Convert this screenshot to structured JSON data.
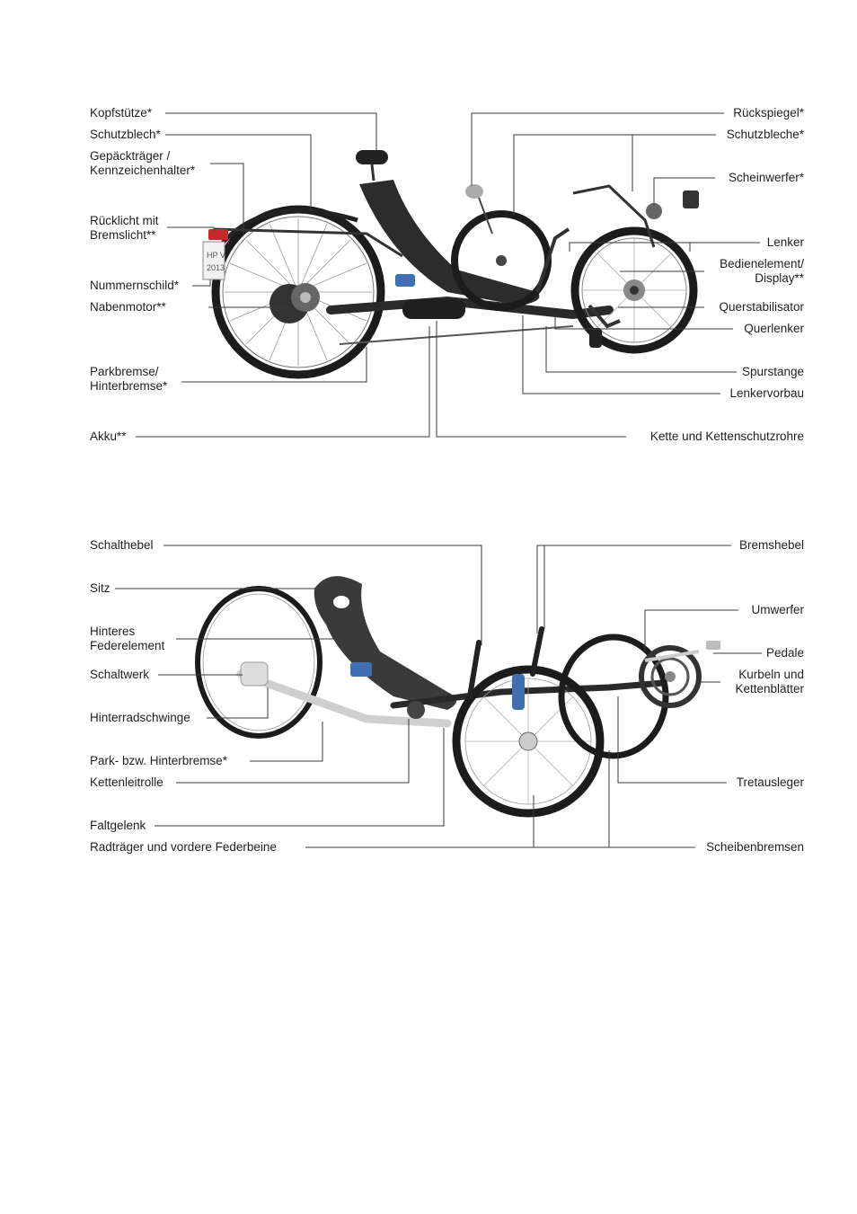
{
  "top_diagram": {
    "left_labels": [
      {
        "key": "kopfstuetze",
        "text": "Kopfstütze*"
      },
      {
        "key": "schutzblech",
        "text": "Schutzblech*"
      },
      {
        "key": "gepaecktraeger_1",
        "text": "Gepäckträger /"
      },
      {
        "key": "gepaecktraeger_2",
        "text": "Kennzeichenhalter*"
      },
      {
        "key": "ruecklicht_1",
        "text": "Rücklicht mit"
      },
      {
        "key": "ruecklicht_2",
        "text": "Bremslicht**"
      },
      {
        "key": "nummernschild",
        "text": "Nummernschild*"
      },
      {
        "key": "nabenmotor",
        "text": "Nabenmotor**"
      },
      {
        "key": "parkbremse_1",
        "text": "Parkbremse/"
      },
      {
        "key": "parkbremse_2",
        "text": "Hinterbremse*"
      },
      {
        "key": "akku",
        "text": "Akku**"
      }
    ],
    "right_labels": [
      {
        "key": "rueckspiegel",
        "text": "Rückspiegel*"
      },
      {
        "key": "schutzbleche",
        "text": "Schutzbleche*"
      },
      {
        "key": "scheinwerfer",
        "text": "Scheinwerfer*"
      },
      {
        "key": "lenker",
        "text": "Lenker"
      },
      {
        "key": "bedienelement_1",
        "text": "Bedienelement/"
      },
      {
        "key": "bedienelement_2",
        "text": "Display**"
      },
      {
        "key": "querstabilisator",
        "text": "Querstabilisator"
      },
      {
        "key": "querlenker",
        "text": "Querlenker"
      },
      {
        "key": "spurstange",
        "text": "Spurstange"
      },
      {
        "key": "lenkervorbau",
        "text": "Lenkervorbau"
      },
      {
        "key": "kette",
        "text": "Kette und Kettenschutzrohre"
      }
    ],
    "plate_text_1": "HP V",
    "plate_text_2": "2013"
  },
  "bottom_diagram": {
    "left_labels": [
      {
        "key": "schalthebel",
        "text": "Schalthebel"
      },
      {
        "key": "sitz",
        "text": "Sitz"
      },
      {
        "key": "hinteres_1",
        "text": "Hinteres"
      },
      {
        "key": "hinteres_2",
        "text": "Federelement"
      },
      {
        "key": "schaltwerk",
        "text": "Schaltwerk"
      },
      {
        "key": "hinterradschwinge",
        "text": "Hinterradschwinge"
      },
      {
        "key": "park_hinterbremse",
        "text": "Park- bzw. Hinterbremse*"
      },
      {
        "key": "kettenleitrolle",
        "text": "Kettenleitrolle"
      },
      {
        "key": "faltgelenk",
        "text": "Faltgelenk"
      },
      {
        "key": "radtraeger",
        "text": "Radträger und vordere Federbeine"
      }
    ],
    "right_labels": [
      {
        "key": "bremshebel",
        "text": "Bremshebel"
      },
      {
        "key": "umwerfer",
        "text": "Umwerfer"
      },
      {
        "key": "pedale",
        "text": "Pedale"
      },
      {
        "key": "kurbeln_1",
        "text": "Kurbeln und"
      },
      {
        "key": "kurbeln_2",
        "text": "Kettenblätter"
      },
      {
        "key": "tretausleger",
        "text": "Tretausleger"
      },
      {
        "key": "scheibenbremsen",
        "text": "Scheibenbremsen"
      }
    ]
  },
  "colors": {
    "leader_line": "#3a3a3a",
    "tire": "#1c1c1c",
    "frame": "#2a2a2a",
    "shock_blue": "#3f6fb0",
    "tail_light": "#c42a2a"
  }
}
